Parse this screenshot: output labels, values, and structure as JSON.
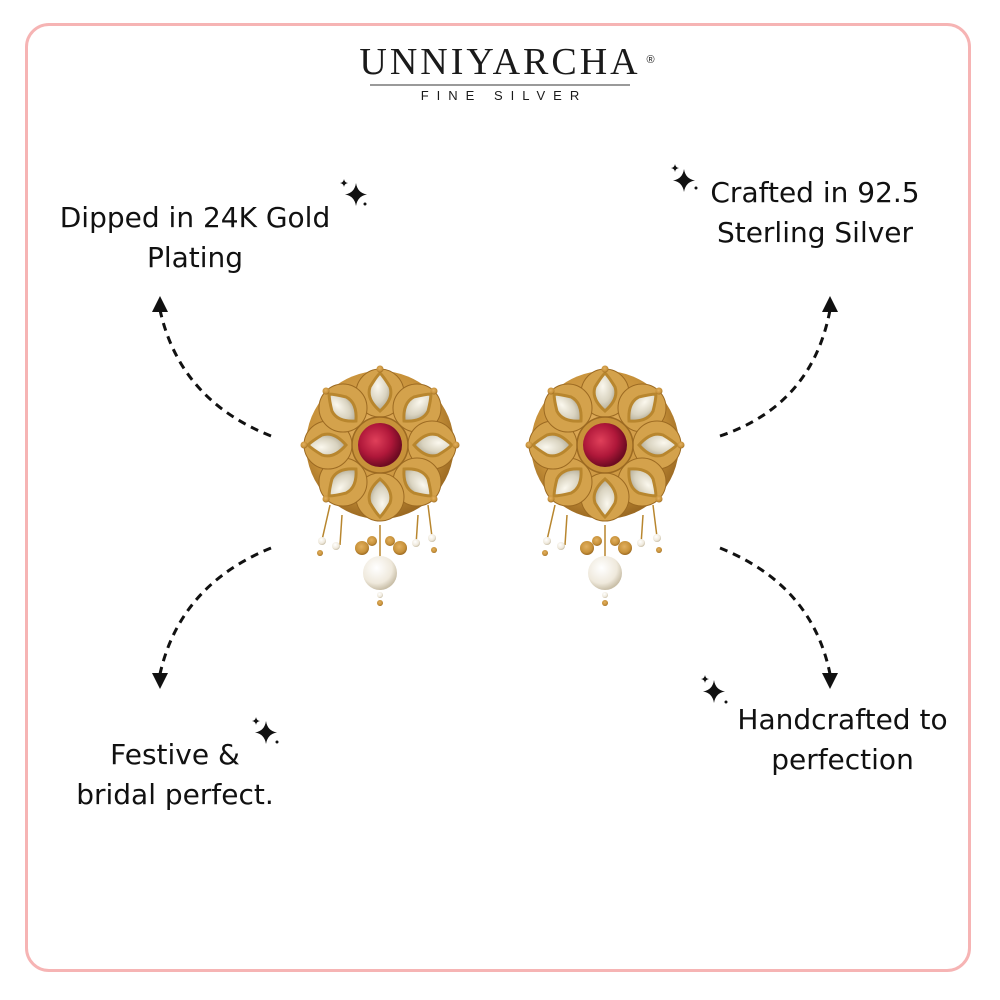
{
  "brand": {
    "name": "UNNIYARCHA",
    "registered_mark": "®",
    "tagline": "FINE SILVER"
  },
  "features": [
    {
      "id": "gold-plating",
      "line1": "Dipped in 24K Gold",
      "line2": "Plating",
      "icon": "sparkle-icon"
    },
    {
      "id": "sterling-silver",
      "line1": "Crafted in 92.5",
      "line2": "Sterling Silver",
      "icon": "sparkle-icon"
    },
    {
      "id": "festive-bridal",
      "line1": "Festive &",
      "line2": "bridal perfect.",
      "icon": "sparkle-icon"
    },
    {
      "id": "handcrafted",
      "line1": "Handcrafted to",
      "line2": "perfection",
      "icon": "sparkle-icon"
    }
  ],
  "product": {
    "description": "Pair of gold-plated floral stud earrings with ruby centre, kundan petals and pearl drops"
  },
  "colors": {
    "frame_border": "#f6b4b4",
    "gold": "#c8923a",
    "ruby": "#b0183a",
    "text": "#111111"
  }
}
